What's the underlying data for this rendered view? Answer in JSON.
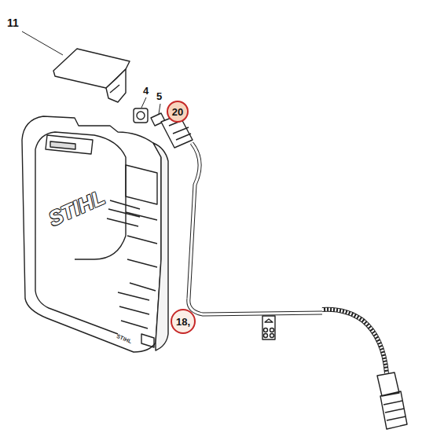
{
  "diagram": {
    "nodes": [
      {
        "text": [
          "20"
        ]
      },
      {
        "text": [
          "18,"
        ]
      }
    ],
    "labels": [
      "11",
      "4",
      "5",
      "STIHL",
      "STIHL"
    ]
  }
}
